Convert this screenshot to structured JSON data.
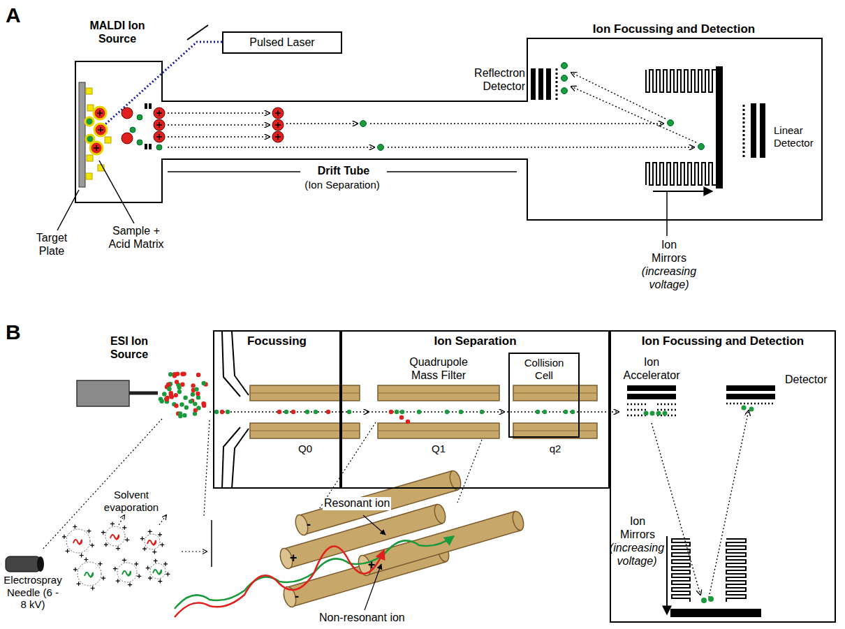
{
  "diagram": {
    "nodes": [
      {
        "text": [
          "Pulsed Laser"
        ]
      },
      {
        "text": [
          "Focussing"
        ]
      },
      {
        "text": [
          "Ion Separation"
        ]
      },
      {
        "text": [
          "Collision Cell"
        ],
        "in": 2
      },
      {
        "text": [
          "Ion Focussing and Detection"
        ]
      }
    ],
    "labels": [
      "A",
      "MALDI Ion Source",
      "Ion Focussing and Detection",
      "Reflectron Detector",
      "Linear Detector",
      "Drift Tube",
      "(Ion Separation)",
      "Target Plate",
      "Sample + Acid Matrix",
      "Ion Mirrors",
      "(increasing voltage)",
      "B",
      "ESI Ion Source",
      "Quadrupole Mass Filter",
      "Ion Accelerator",
      "Detector",
      "Q0",
      "Q1",
      "q2",
      "Solvent evaporation",
      "Electrospray Needle (6 - 8 kV)",
      "Resonant ion",
      "Non-resonant ion",
      "-",
      "+",
      "+",
      "-",
      "Ion Mirrors",
      "(increasing voltage)"
    ]
  }
}
